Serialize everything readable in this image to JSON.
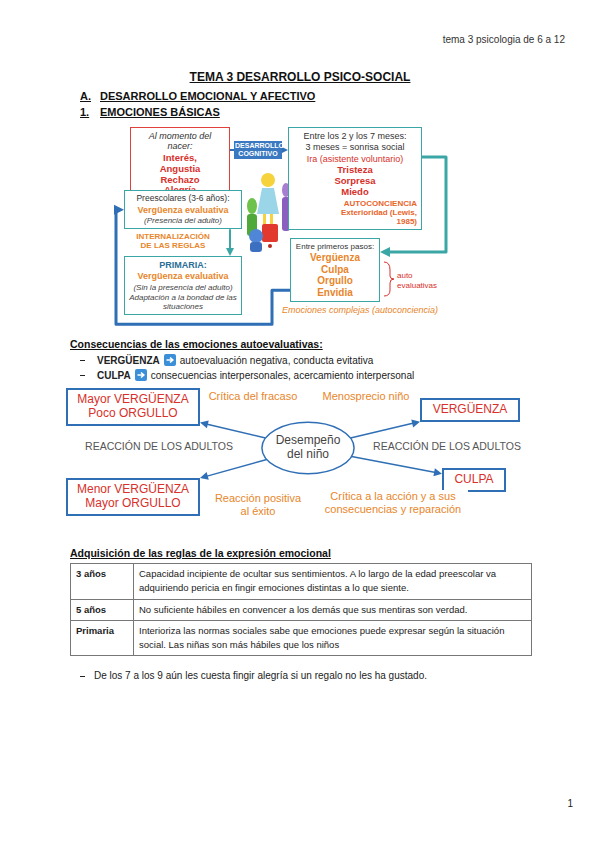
{
  "diagram": {
    "title": "TEMA 3 DESARROLLO PSICO-SOCIAL",
    "nodes": [
      {
        "text": [
          "Al momento del nacer:",
          "Interés, Angustia Rechazo Alegría"
        ]
      },
      {
        "text": [
          "Entre los 2 y los 7 meses:",
          "3 meses = sonrisa social",
          "Ira (asistente voluntario)",
          "Tristeza Sorpresa Miedo",
          "AUTOCONCIENCIA Exterioridad (Lewis, 1985)"
        ]
      },
      {
        "text": [
          "Entre primeros pasos:",
          "Vergüenza Culpa Orgullo Envidia"
        ]
      },
      {
        "text": [
          "Preescolares (3-6 años):",
          "Vergüenza evaluativa",
          "(Presencia del adulto)"
        ]
      },
      {
        "text": [
          "PRIMARIA:",
          "Vergüenza evaluativa",
          "(Sin la presencia del adulto)",
          "Adaptación a la bondad de las situaciones"
        ]
      },
      {
        "text": [
          "Mayor VERGÜENZA Poco ORGULLO"
        ]
      },
      {
        "text": [
          "VERGÜENZA"
        ]
      },
      {
        "text": [
          "Desempeño del niño"
        ]
      },
      {
        "text": [
          "CULPA"
        ]
      },
      {
        "text": [
          "Menor VERGÜENZA Mayor ORGULLO"
        ]
      }
    ],
    "edges": [
      {
        "from": 0,
        "to": 1,
        "label": "DESARROLLO COGNITIVO",
        "arrow": "to"
      },
      {
        "from": 1,
        "to": 2,
        "arrow": "to"
      },
      {
        "from": 2,
        "to": 3,
        "arrow": "to"
      },
      {
        "from": 3,
        "to": 4,
        "label": "INTERNALIZACIÓN DE LAS REGLAS",
        "arrow": "to"
      },
      {
        "from": 7,
        "to": 5,
        "label": "Crítica del fracaso",
        "arrow": "to"
      },
      {
        "from": 7,
        "to": 6,
        "label": "Menosprecio niño",
        "arrow": "to"
      },
      {
        "from": 7,
        "to": 8,
        "label": "Crítica a la acción y a sus consecuencias y reparación",
        "arrow": "to"
      },
      {
        "from": 7,
        "to": 9,
        "label": "Reacción positiva al éxito",
        "arrow": "to"
      }
    ],
    "labels": [
      "tema 3 psicologia de 6 a 12",
      "A.",
      "DESARROLLO EMOCIONAL Y AFECTIVO",
      "1.",
      "EMOCIONES BÁSICAS",
      "auto evaluativas",
      "Emociones complejas (autoconciencia)",
      "Consecuencias de las emociones autoevaluativas:",
      "VERGÜENZA",
      "autoevaluación negativa, conducta evitativa",
      "CULPA",
      "consecuencias interpersonales, acercamiento interpersonal",
      "REACCIÓN DE LOS ADULTOS",
      "REACCIÓN DE LOS ADULTOS",
      "Adquisición de las reglas de la expresión emocional",
      "3 años",
      "Capacidad incipiente de ocultar sus sentimientos. A lo largo de la edad preescolar va adquiriendo pericia en fingir emociones distintas a lo que siente.",
      "5 años",
      "No suficiente hábiles en convencer a los demás que sus mentiras son verdad.",
      "Primaria",
      "Interioriza las normas sociales sabe que emociones puede expresar según la situación social. Las niñas son más hábiles que los niños",
      "De los 7 a los 9 aún les cuesta fingir alegría si un regalo no les ha gustado.",
      "1"
    ]
  }
}
